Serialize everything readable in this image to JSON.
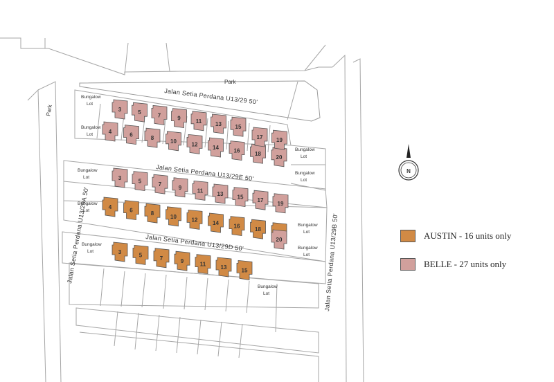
{
  "colors": {
    "austin": "#d18a45",
    "belle": "#d1a09c",
    "line": "#9a9a9a"
  },
  "roads": {
    "r29": "Jalan Setia Perdana U13/29",
    "r29_width": "50'",
    "r29e": "Jalan Setia Perdana U13/29E",
    "r29e_width": "50'",
    "r29d": "Jalan Setia Perdana U13/29D",
    "r29d_width": "50'",
    "r29a": "Jalan Setia Perdana U13/29A",
    "r29a_width": "50'",
    "r29b": "Jalan Setia Perdana U13/29B",
    "r29b_width": "50'"
  },
  "labels": {
    "park": "Park",
    "bungalow": "Bungalow",
    "lot": "Lot",
    "compass": "N"
  },
  "legend": [
    {
      "name": "AUSTIN",
      "text": "AUSTIN - 16 units only",
      "type": "austin"
    },
    {
      "name": "BELLE",
      "text": "BELLE - 27 units only",
      "type": "belle"
    }
  ],
  "block_rows": [
    {
      "units": [
        "3",
        "5",
        "7",
        "9",
        "11",
        "13",
        "15"
      ],
      "type": "belle"
    },
    {
      "units": [
        "4",
        "6",
        "8",
        "10",
        "12",
        "14",
        "16",
        "18",
        "20"
      ],
      "type": "belle"
    },
    {
      "units": [
        "17",
        "19"
      ],
      "type": "belle"
    },
    {
      "units": [
        "3",
        "5",
        "7",
        "9",
        "11",
        "13",
        "15",
        "17",
        "19"
      ],
      "type": "belle"
    },
    {
      "units": [
        "4",
        "6",
        "8",
        "10",
        "12",
        "14",
        "16",
        "18",
        "20"
      ],
      "type": "austin"
    },
    {
      "units": [
        "20"
      ],
      "type": "belle"
    },
    {
      "units": [
        "3",
        "5",
        "7",
        "9",
        "11",
        "13",
        "15"
      ],
      "type": "austin"
    }
  ]
}
